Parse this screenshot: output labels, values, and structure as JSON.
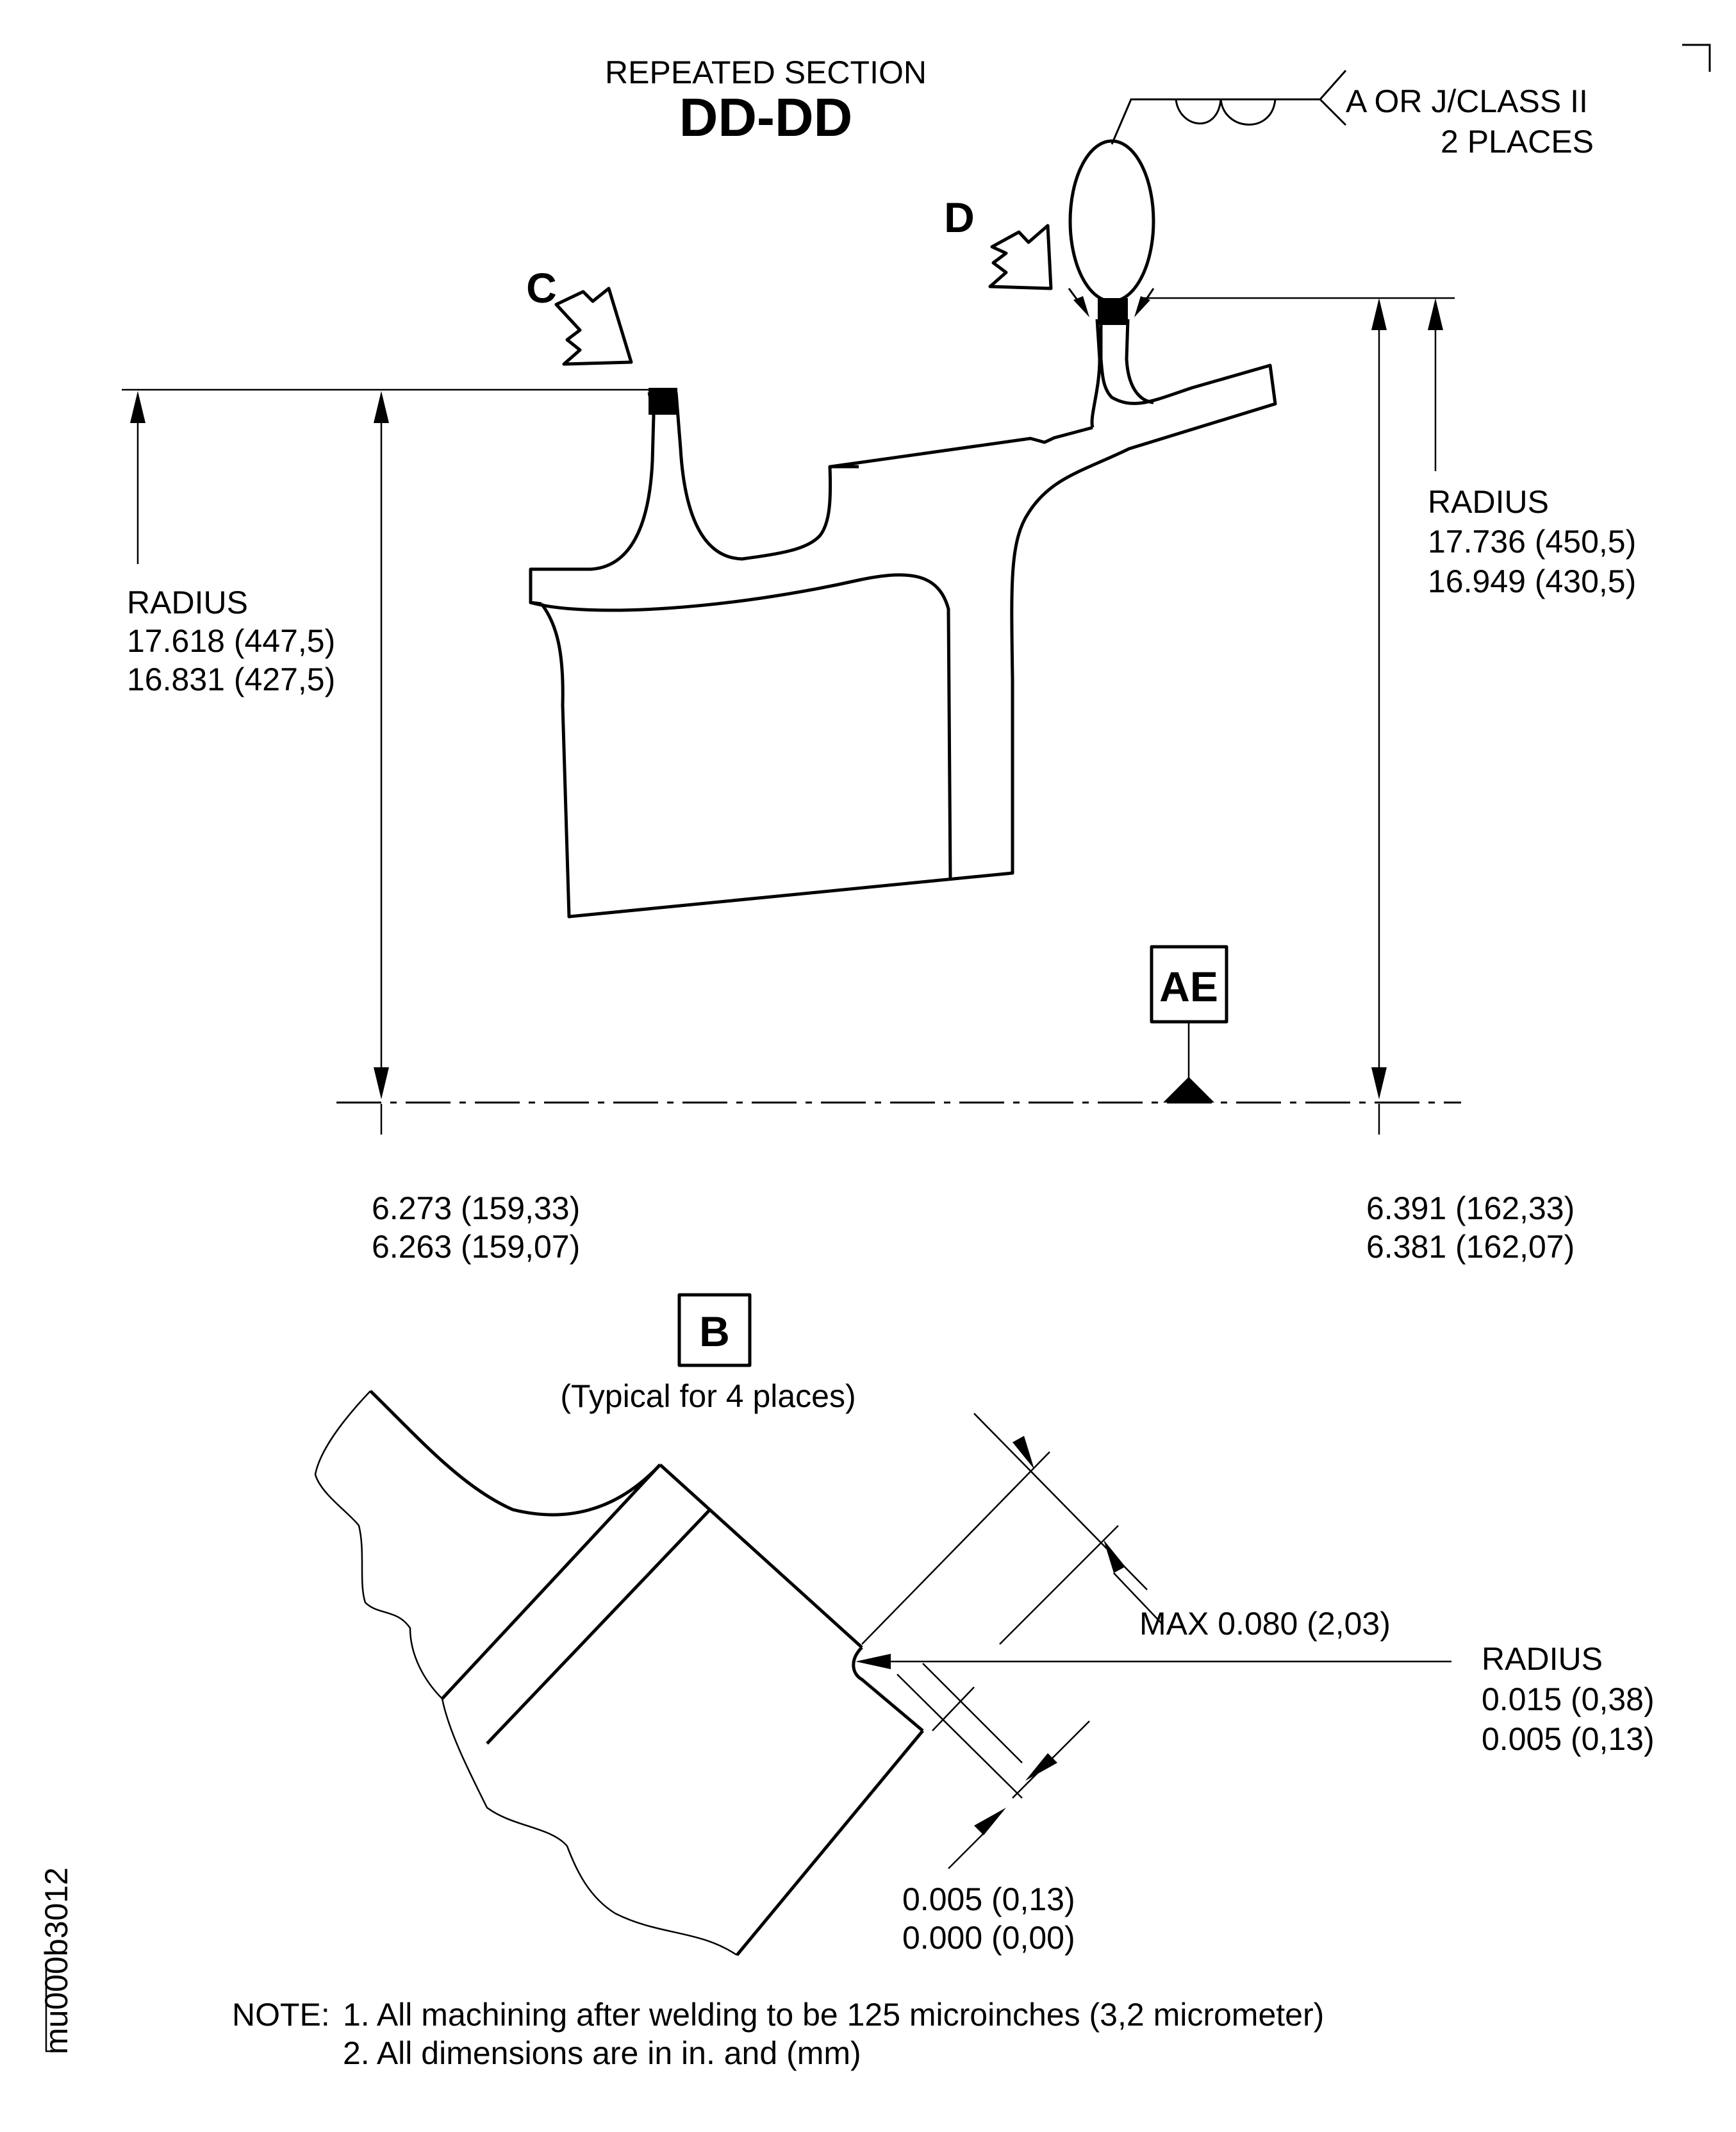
{
  "section": {
    "label": "REPEATED SECTION",
    "name": "DD-DD"
  },
  "views": {
    "c_arrow": "C",
    "d_arrow": "D",
    "datum": "AE",
    "detail_b": "B",
    "detail_b_note": "(Typical for 4 places)"
  },
  "weld": {
    "line1": "A OR J/CLASS II",
    "line2": "2 PLACES"
  },
  "dims": {
    "left_radius": {
      "label": "RADIUS",
      "upper": "17.618 (447,5)",
      "lower": "16.831 (427,5)"
    },
    "right_radius": {
      "label": "RADIUS",
      "upper": "17.736 (450,5)",
      "lower": "16.949 (430,5)"
    },
    "left_bottom": {
      "upper": "6.273 (159,33)",
      "lower": "6.263 (159,07)"
    },
    "right_bottom": {
      "upper": "6.391 (162,33)",
      "lower": "6.381 (162,07)"
    },
    "max_chamfer": "MAX 0.080 (2,03)",
    "tip_radius": {
      "label": "RADIUS",
      "upper": "0.015 (0,38)",
      "lower": "0.005 (0,13)"
    },
    "step": {
      "upper": "0.005 (0,13)",
      "lower": "0.000 (0,00)"
    }
  },
  "notes": {
    "prefix": "NOTE:",
    "note1": "1. All machining after welding to be 125 microinches (3,2 micrometer)",
    "note2": "2. All dimensions are in in. and (mm)"
  },
  "figure_id": "mu000b3012"
}
